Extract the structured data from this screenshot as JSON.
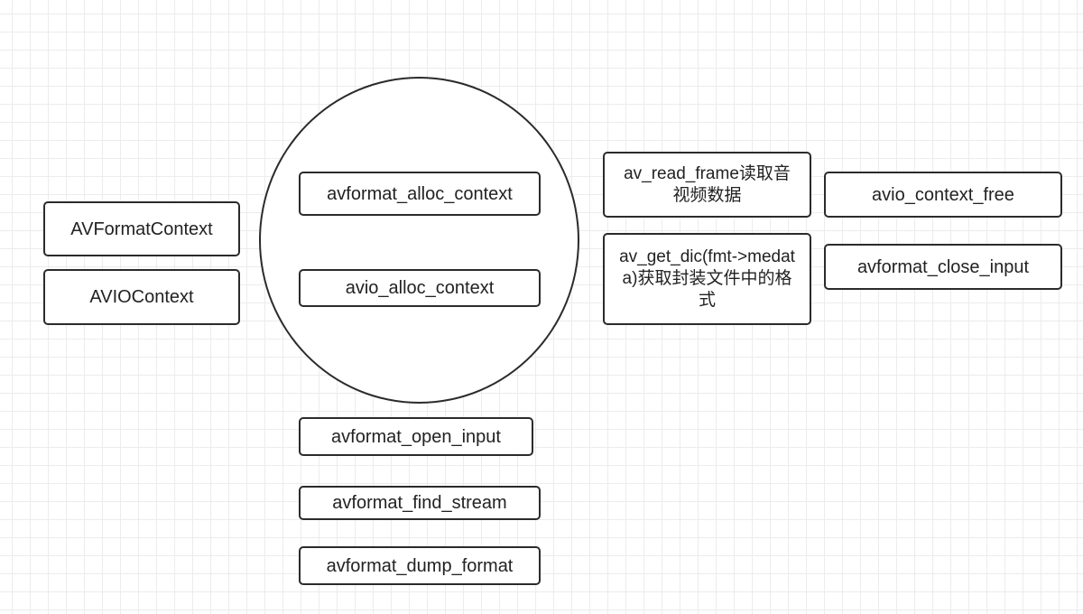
{
  "diagram": {
    "nodes": {
      "avformat_context": "AVFormatContext",
      "avio_context": "AVIOContext",
      "avformat_alloc_context": "avformat_alloc_context",
      "avio_alloc_context": "avio_alloc_context",
      "avformat_open_input": "avformat_open_input",
      "avformat_find_stream": "avformat_find_stream",
      "avformat_dump_format": "avformat_dump_format",
      "av_read_frame": "av_read_frame读取音视频数据",
      "av_get_dic": "av_get_dic(fmt->medata)获取封装文件中的格式",
      "avio_context_free": "avio_context_free",
      "avformat_close_input": "avformat_close_input"
    }
  }
}
